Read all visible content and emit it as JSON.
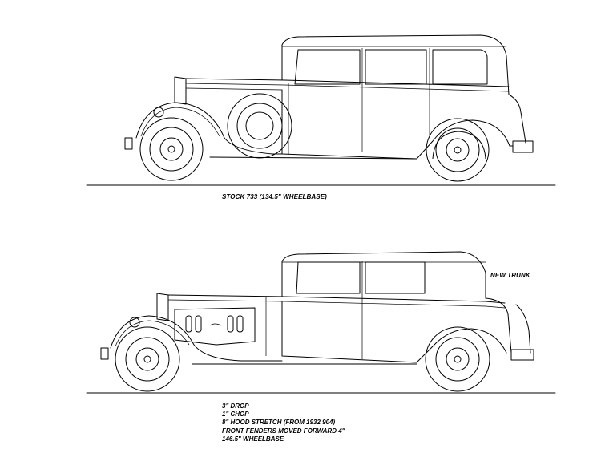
{
  "captions": {
    "stock": "STOCK 733 (134.5\" WHEELBASE)",
    "new_trunk": "NEW TRUNK"
  },
  "modification_notes": [
    "3\" DROP",
    "1\" CHOP",
    "8\" HOOD STRETCH (FROM 1932 904)",
    "FRONT FENDERS MOVED FORWARD 4\"",
    "146.5\" WHEELBASE"
  ]
}
